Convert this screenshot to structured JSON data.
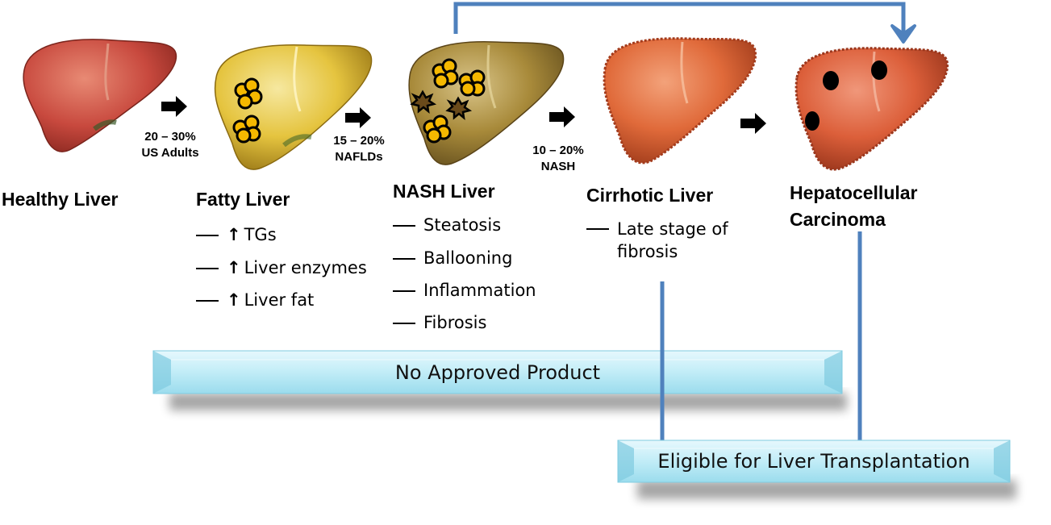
{
  "stages": [
    {
      "id": "healthy",
      "title": "Healthy Liver"
    },
    {
      "id": "fatty",
      "title": "Fatty Liver",
      "features": [
        "TGs",
        "Liver enzymes",
        "Liver fat"
      ]
    },
    {
      "id": "nash",
      "title": "NASH Liver",
      "features": [
        "Steatosis",
        "Ballooning",
        "Inflammation",
        "Fibrosis"
      ]
    },
    {
      "id": "cirrhotic",
      "title": "Cirrhotic Liver",
      "features": [
        "Late stage of fibrosis"
      ]
    },
    {
      "id": "hcc",
      "title_line1": "Hepatocellular",
      "title_line2": "Carcinoma"
    }
  ],
  "transitions": [
    {
      "line1": "20 – 30%",
      "line2": "US Adults"
    },
    {
      "line1": "15 – 20%",
      "line2": "NAFLDs"
    },
    {
      "line1": "10 – 20%",
      "line2": "NASH"
    }
  ],
  "bars": {
    "no_approved": "No Approved Product",
    "transplant": "Eligible for Liver Transplantation"
  },
  "colors": {
    "connector": "#4f81bd",
    "bar_light": "#e6f8fd",
    "bar_mid": "#9bdced",
    "healthy_liver": "#c8493e",
    "fatty_liver": "#e5c43f",
    "nash_liver": "#a88a3a",
    "cirrhotic_liver": "#e06a3a",
    "fat_droplet": "#f5b800"
  },
  "icons": [
    "right-arrow-icon",
    "up-arrow-icon",
    "fat-droplet-cluster-icon",
    "ballooned-cell-icon",
    "tumor-nodule-icon"
  ]
}
